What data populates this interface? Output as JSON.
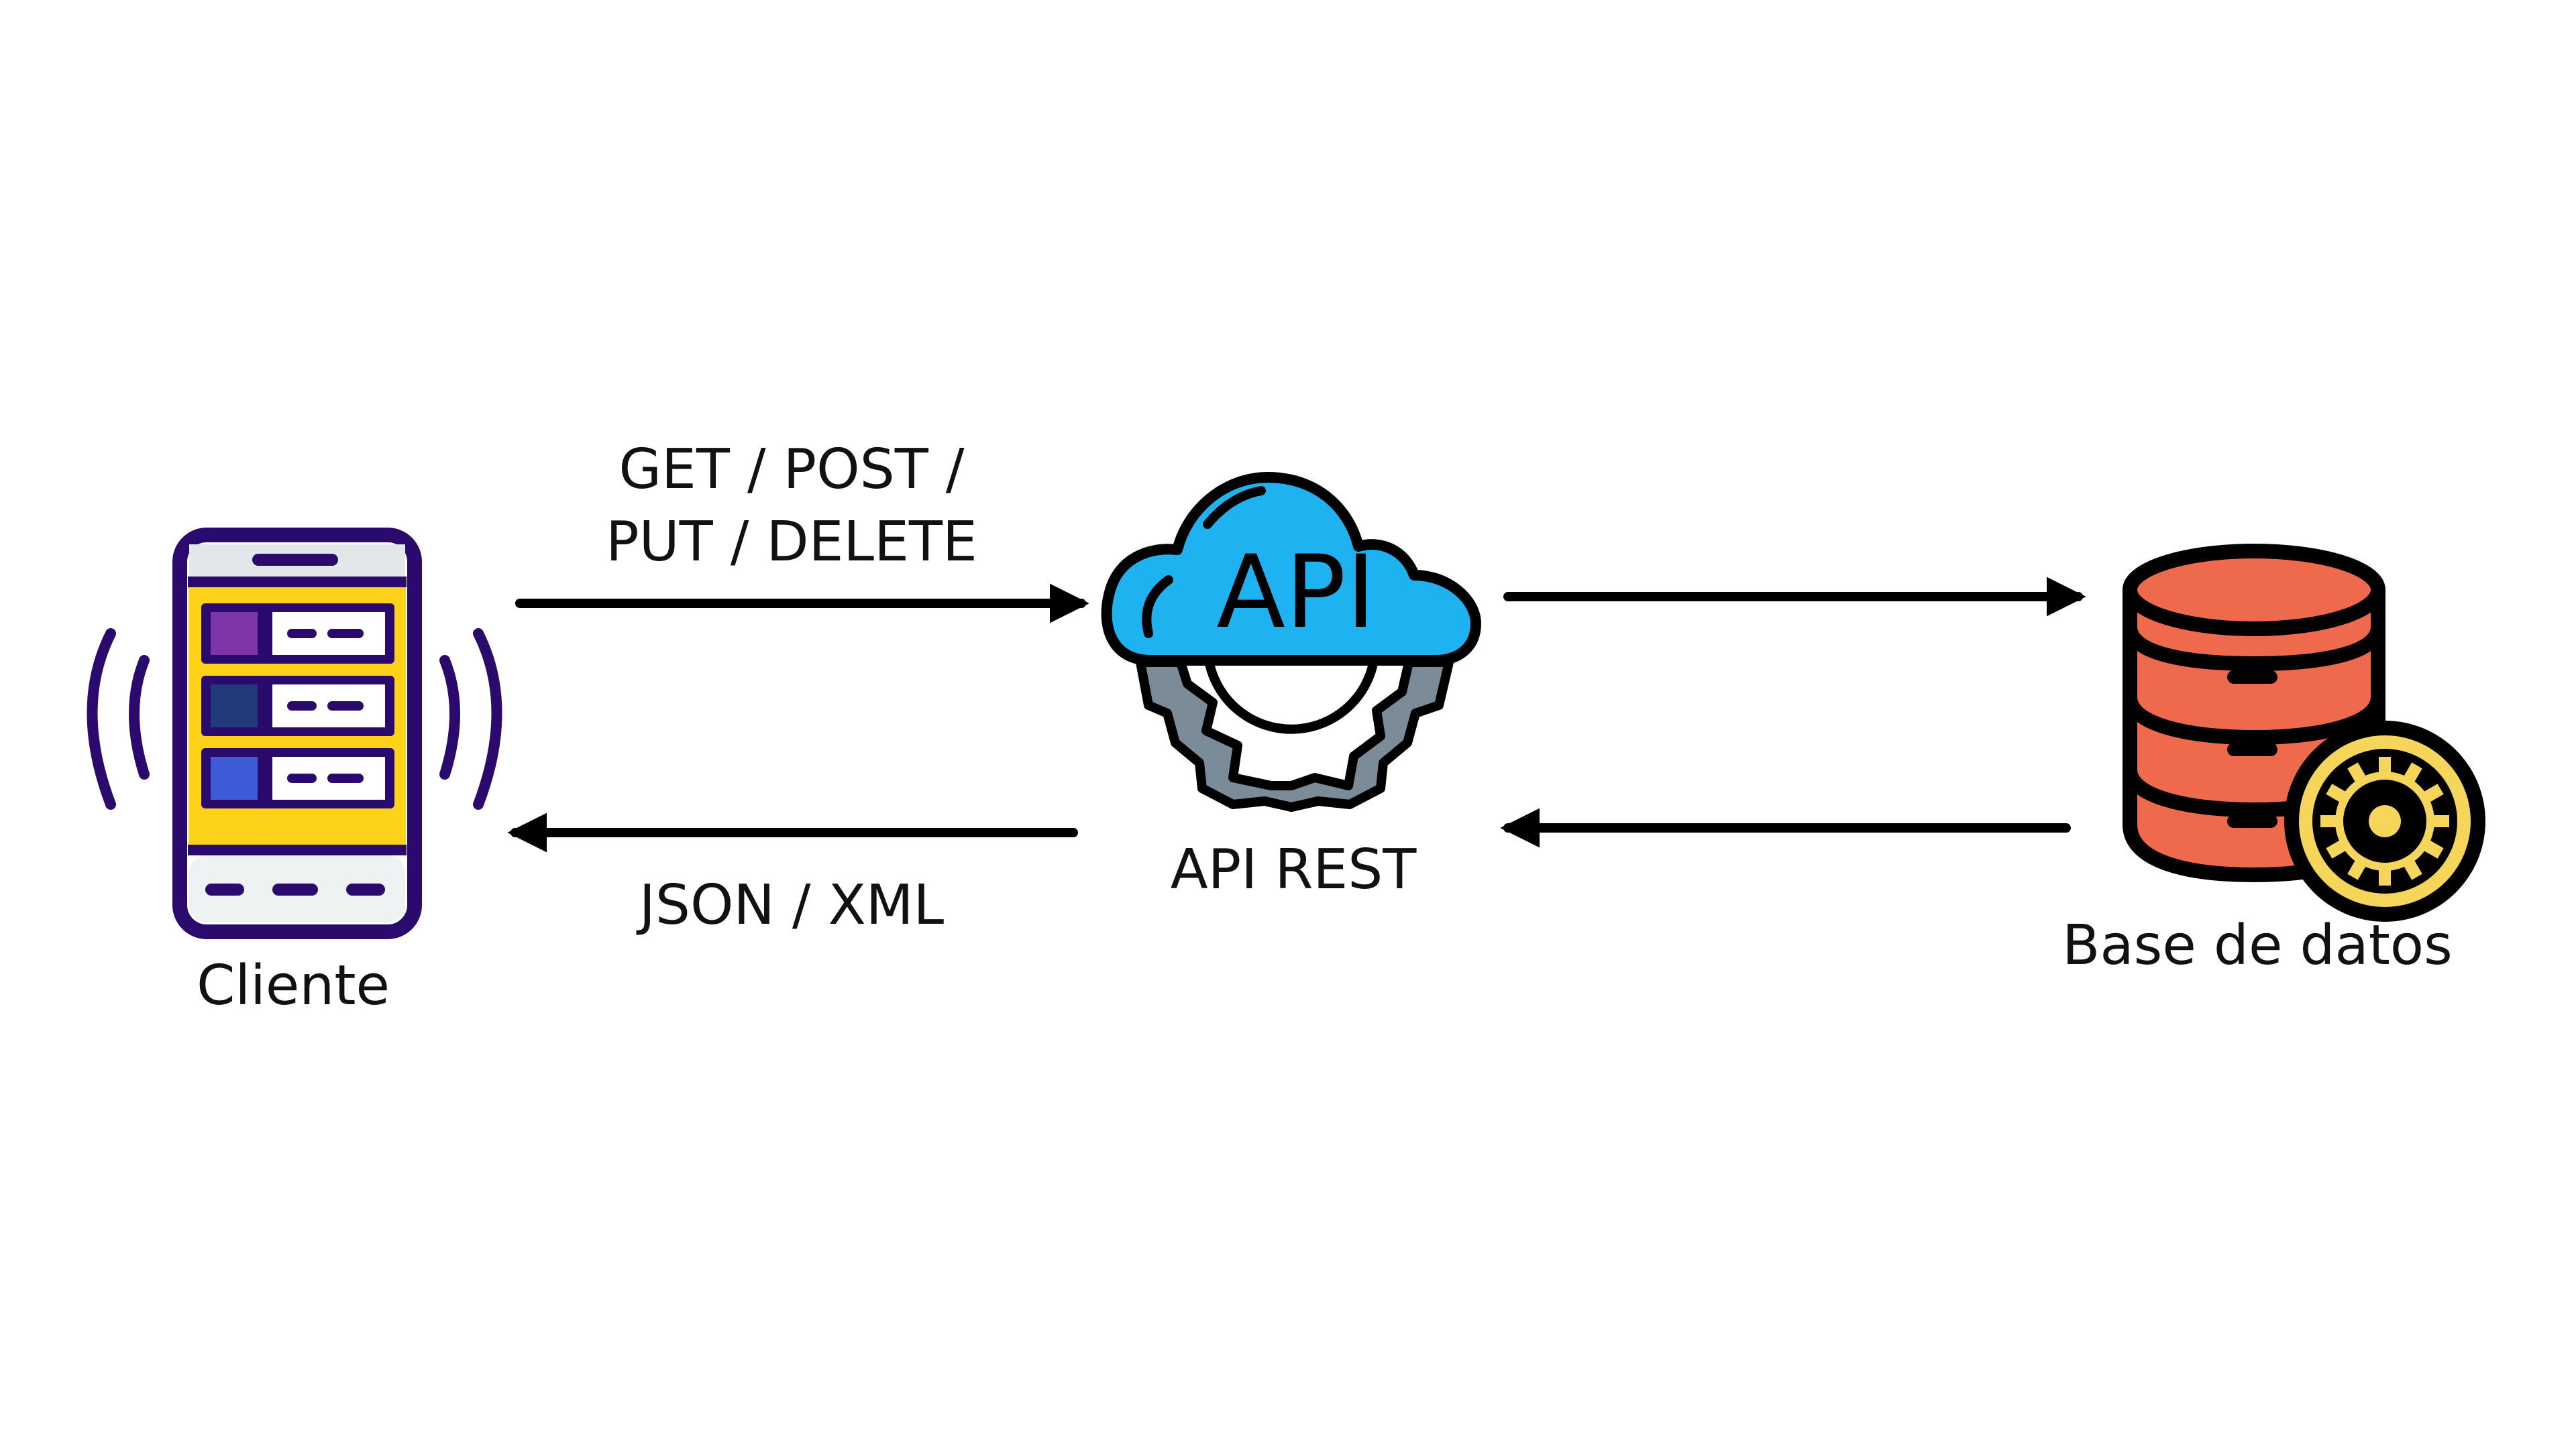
{
  "nodes": {
    "client": {
      "label": "Cliente",
      "icon": "mobile-phone-icon"
    },
    "api": {
      "label": "API REST",
      "icon_text": "API",
      "icon": "cloud-gear-icon"
    },
    "database": {
      "label": "Base de datos",
      "icon": "database-gear-icon"
    }
  },
  "edges": {
    "request": {
      "from": "Cliente",
      "to": "API REST",
      "label_line1": "GET / POST /",
      "label_line2": "PUT / DELETE"
    },
    "response": {
      "from": "API REST",
      "to": "Cliente",
      "label": "JSON / XML"
    },
    "api_to_db": {
      "from": "API REST",
      "to": "Base de datos",
      "label": ""
    },
    "db_to_api": {
      "from": "Base de datos",
      "to": "API REST",
      "label": ""
    }
  },
  "colors": {
    "phone_outline": "#2b0a6e",
    "phone_screen": "#ffd21a",
    "phone_row1": "#7d35a8",
    "phone_row2": "#233a7a",
    "phone_row3": "#3d5bd6",
    "cloud": "#1fb2f0",
    "gear_api": "#7b8b97",
    "db_body": "#ef6a4d",
    "db_gear": "#f6d65a",
    "ink": "#000000"
  }
}
